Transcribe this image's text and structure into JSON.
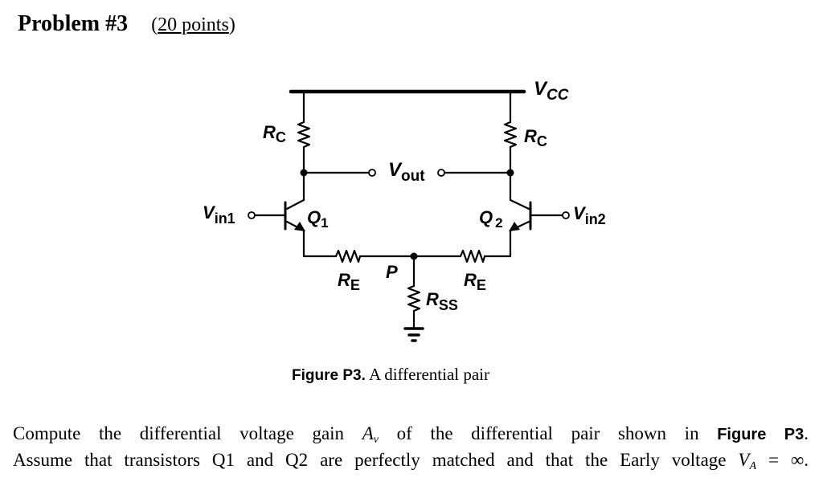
{
  "problem": {
    "title": "Problem #3",
    "points_open": "(",
    "points": "20 points",
    "points_close": ")"
  },
  "circuit": {
    "supply_label": "V",
    "supply_sub": "CC",
    "rc_left_label": "R",
    "rc_left_sub": "C",
    "rc_right_label": "R",
    "rc_right_sub": "C",
    "vout_label": "V",
    "vout_sub": "out",
    "vin1_label": "V",
    "vin1_sub": "in1",
    "vin2_label": "V",
    "vin2_sub": "in2",
    "q1_label": "Q",
    "q1_sub": "1",
    "q2_label": "Q",
    "q2_sub": "2",
    "re_left_label": "R",
    "re_left_sub": "E",
    "re_right_label": "R",
    "re_right_sub": "E",
    "node_p_label": "P",
    "rss_label": "R",
    "rss_sub": "SS"
  },
  "caption": {
    "figure_ref": "Figure P3.",
    "text": " A differential pair"
  },
  "question": {
    "line1_a": "Compute the differential voltage gain ",
    "av_symbol": "A",
    "av_sub": "v",
    "line1_b": " of the differential pair shown in ",
    "figure_ref": "Figure P3",
    "line1_c": ".",
    "line2_a": "Assume that transistors Q1 and Q2 are perfectly matched and that the Early voltage ",
    "va_symbol": "V",
    "va_sub": "A",
    "line2_b": " = ∞."
  }
}
